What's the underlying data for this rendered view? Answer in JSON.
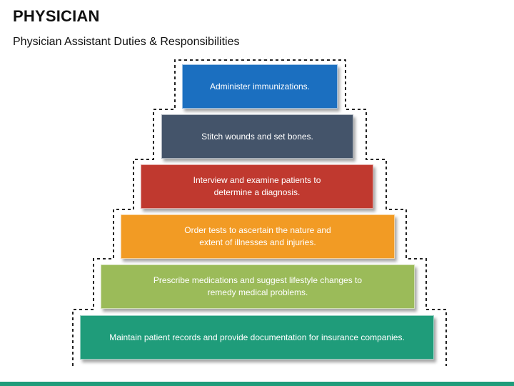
{
  "header": {
    "title": "PHYSICIAN",
    "subtitle": "Physician Assistant Duties & Responsibilities"
  },
  "steps": [
    {
      "label": "Administer immunizations.",
      "color": "#1b6fc0"
    },
    {
      "label": "Stitch wounds and set bones.",
      "color": "#44546a"
    },
    {
      "label": "Interview and examine patients to\ndetermine a diagnosis.",
      "color": "#c0392f"
    },
    {
      "label": "Order tests to ascertain the nature and\nextent of illnesses and injuries.",
      "color": "#f29b24"
    },
    {
      "label": "Prescribe medications and suggest lifestyle changes to\nremedy medical problems.",
      "color": "#9bbb59"
    },
    {
      "label": "Maintain patient records and provide documentation for insurance companies.",
      "color": "#1f9c7a"
    }
  ],
  "colors": {
    "accent": "#1f9c7a",
    "outline": "#222222"
  }
}
